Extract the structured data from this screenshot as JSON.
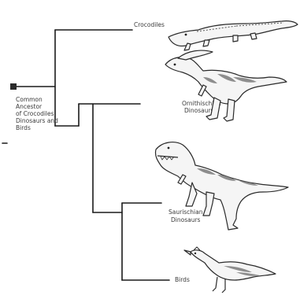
{
  "labels": {
    "crocodiles": "Crocodiles",
    "ornithischian_line1": "Ornithischian",
    "ornithischian_line2": "Dinosaurs",
    "saurischian_line1": "Saurischian",
    "saurischian_line2": "Dinosaurs",
    "birds": "Birds",
    "ancestor_line1": "Common",
    "ancestor_line2": "Ancestor",
    "ancestor_line3": "of Crocodiles,",
    "ancestor_line4": "Dinosaurs and",
    "ancestor_line5": "Birds"
  },
  "colors": {
    "line": "#1a1a1a",
    "node": "#2b2b2b",
    "stripe": "#6a6a6a"
  }
}
